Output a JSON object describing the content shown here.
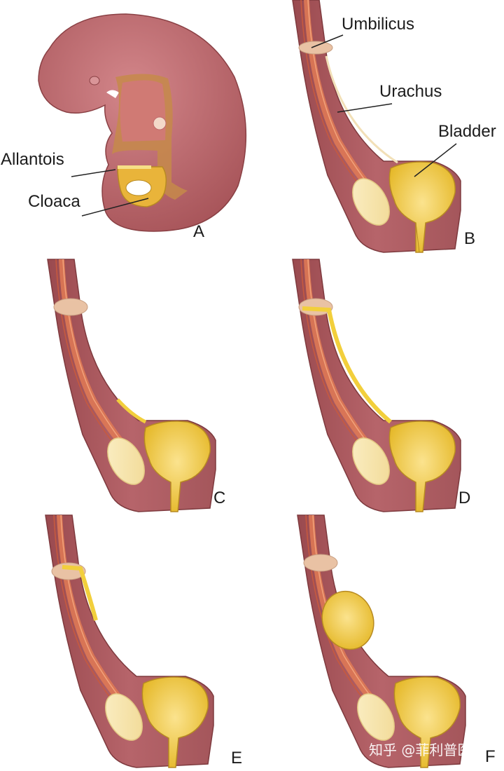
{
  "labels": {
    "allantois": "Allantois",
    "cloaca": "Cloaca",
    "umbilicus": "Umbilicus",
    "urachus": "Urachus",
    "bladder": "Bladder"
  },
  "panels": [
    "A",
    "B",
    "C",
    "D",
    "E",
    "F"
  ],
  "watermark": "知乎 @菲利普医生",
  "colors": {
    "tissue": "#b05a5e",
    "tissue_dark": "#7e3a3e",
    "embryo": "#c06a6c",
    "muscle": "#e07a55",
    "yellow": "#f2cf3c",
    "yellow_light": "#f6df86",
    "cream": "#f2e0b8",
    "umbilicus": "#e9c2a4"
  }
}
